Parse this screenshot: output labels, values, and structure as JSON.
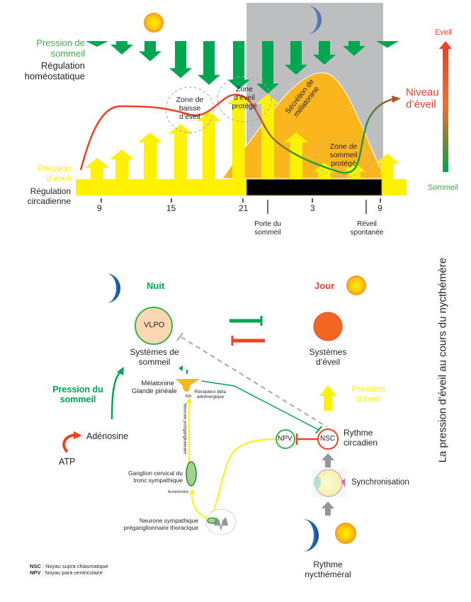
{
  "top_chart": {
    "left_labels": {
      "sleep_pressure": [
        "Pression de",
        "sommeil"
      ],
      "homeostatic": [
        "Régulation",
        "homéostatique"
      ],
      "wake_pressure": [
        "Pression",
        "d’éveil"
      ],
      "circadian": [
        "Régulation",
        "circadienne"
      ]
    },
    "zones": {
      "decrease": [
        "Zone de",
        "baisse",
        "d’éveil"
      ],
      "wake_protected": [
        "Zone",
        "d’éveil",
        "protégé"
      ],
      "sleep_protected": [
        "Zone de",
        "sommeil",
        "protégé"
      ]
    },
    "melatonin_label": [
      "Sécrétion de",
      "mélatonine"
    ],
    "time_ticks": [
      "9",
      "15",
      "21",
      "3",
      "9"
    ],
    "markers": {
      "sleep_gate": [
        "Porte du",
        "sommeil"
      ],
      "spontaneous_wake": [
        "Réveil",
        "spontanée"
      ]
    },
    "scale": {
      "top": "Eveil",
      "bottom": "Sommeil",
      "level": [
        "Niveau",
        "d’éveil"
      ]
    },
    "sleep_pressure_arrows": [
      0.08,
      0.2,
      0.3,
      0.55,
      0.65,
      0.72,
      0.78,
      0.5,
      0.35,
      0.22,
      0.1
    ],
    "wake_pressure_arrows": [
      0.25,
      0.35,
      0.55,
      0.65,
      0.8,
      1.0,
      1.0,
      0.55,
      0.2,
      0.2,
      0.3
    ]
  },
  "bottom_diagram": {
    "night": "Nuit",
    "day": "Jour",
    "vlpo": "VLPO",
    "sleep_systems": [
      "Systèmes de",
      "sommeil"
    ],
    "wake_systems": [
      "Systèmes",
      "d’éveil"
    ],
    "sleep_pressure": [
      "Pression du",
      "sommeil"
    ],
    "wake_pressure": [
      "Pression",
      "d’éveil"
    ],
    "adenosine": "Adénosine",
    "atp": "ATP",
    "melatonin": [
      "Mélatonine",
      "Glande pinéale"
    ],
    "receptor": [
      "Récepteur bêta",
      "adrénergique"
    ],
    "na": "NA",
    "postganglionic": "Neurone postganglionnaire",
    "ganglion": [
      "Ganglion cervical du",
      "tronc sympathique"
    ],
    "acetylcholine": "Acétylcholine",
    "preganglionic": [
      "Neurone sympathique",
      "préganglionnaire thoracique"
    ],
    "npv": "NPV",
    "nsc": "NSC",
    "circadian_rhythm": [
      "Rythme",
      "circadien"
    ],
    "synchronisation": "Synchronisation",
    "nycthemeral": [
      "Rythme",
      "nycthéméral"
    ],
    "legend": [
      {
        "abbr": "NSC",
        "text": " : Noyau supra chiasmatique"
      },
      {
        "abbr": "NPV",
        "text": " : Noyau para ventriculaire"
      }
    ]
  },
  "side_title": "La pression d’éveil au cours du nycthémère",
  "colors": {
    "green": "#00a650",
    "red": "#ef4123",
    "yellow": "#fff200",
    "orange": "#fbb61d",
    "gray_night": "#bcbec0",
    "black_bar": "#000000"
  }
}
